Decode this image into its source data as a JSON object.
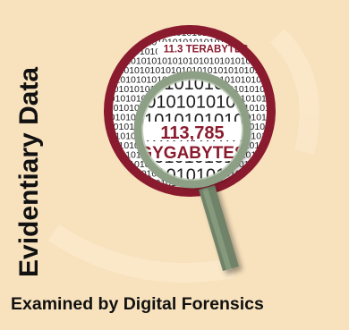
{
  "title": "Evidentiary Data",
  "caption": "Examined by Digital Forensics",
  "outer_label": "11.3 TERABYTES",
  "inner_number": "113,785",
  "inner_label": "GYGABYTES",
  "binary_pattern": "0101010101010101010101010101010101010101",
  "colors": {
    "background": "#f8e2bd",
    "ring": "#8a1b2e",
    "accent_text": "#8a1b2e",
    "lens_rim": "#8d9f85",
    "handle": "#6f8267",
    "binary_text": "#1e1e1e"
  }
}
